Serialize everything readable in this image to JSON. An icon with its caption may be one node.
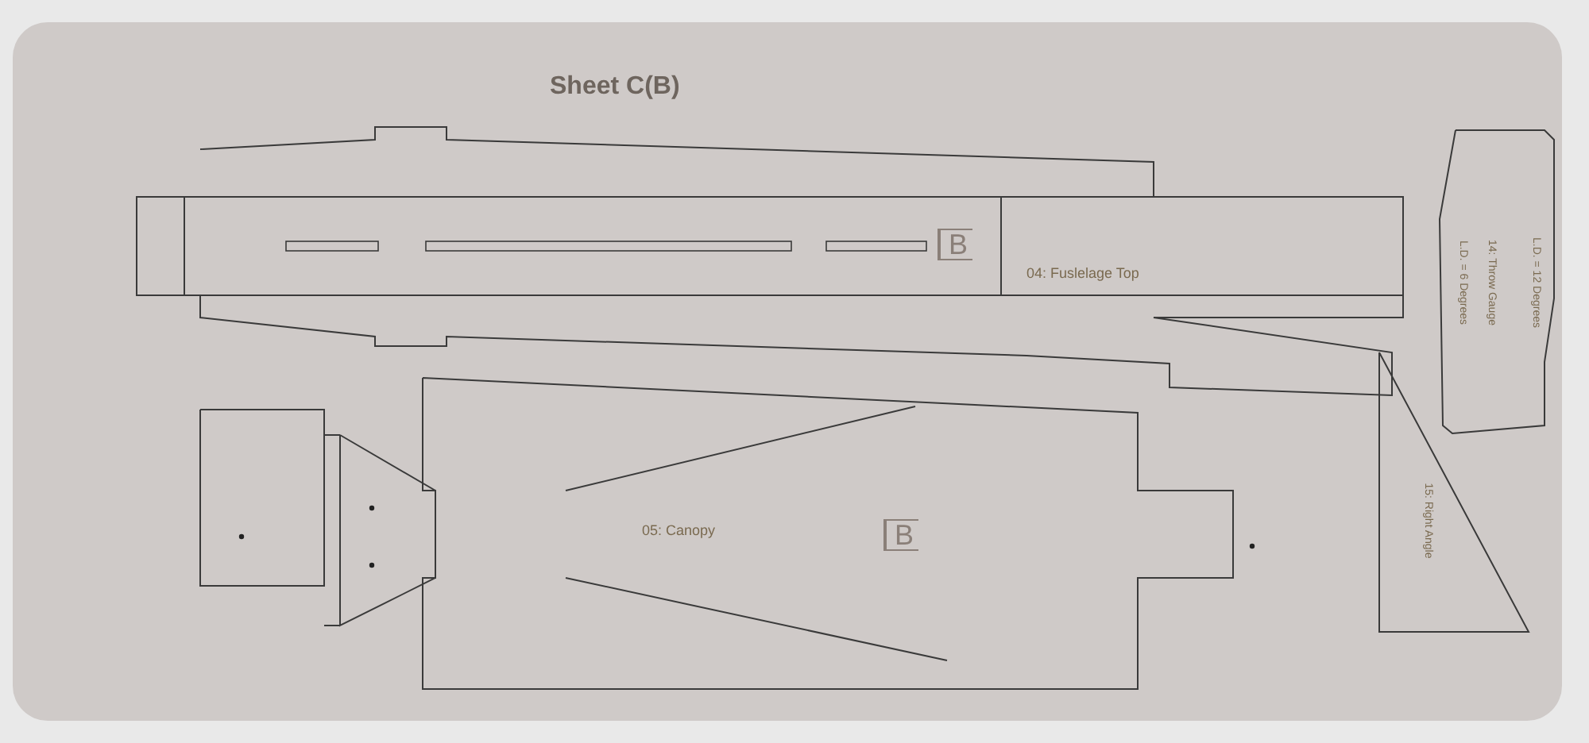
{
  "diagram": {
    "nodes": [
      {
        "text": [
          "04: Fuslelage Top"
        ]
      },
      {
        "text": [
          "05: Canopy"
        ]
      },
      {
        "text": [
          "14: Throw Gauge",
          "L.D. = 6 Degrees",
          "L.D. = 12 Degrees"
        ]
      },
      {
        "text": [
          "15: Right Angle"
        ]
      }
    ],
    "labels": [
      "Sheet C(B)",
      "B",
      "B"
    ]
  }
}
